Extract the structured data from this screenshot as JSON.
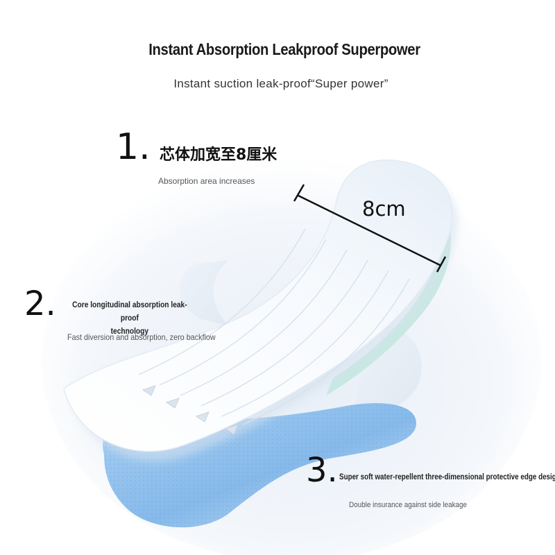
{
  "heading": {
    "title": "Instant Absorption Leakproof Superpower",
    "subtitle": "Instant suction leak-proof“Super power”"
  },
  "features": [
    {
      "number": "1.",
      "title": "芯体加宽至8厘米",
      "subtitle": "Absorption area increases"
    },
    {
      "number": "2.",
      "title_lines": [
        "Core longitudinal absorption leak-proof",
        "technology"
      ],
      "subtitle": "Fast diversion and absorption, zero backflow"
    },
    {
      "number": "3.",
      "title": "Super soft water-repellent three-dimensional protective edge design",
      "subtitle": "Double insurance against side leakage"
    }
  ],
  "measurement": {
    "label": "8cm"
  },
  "colors": {
    "background": "#ffffff",
    "pad_white": "#fbfdff",
    "pad_shadow": "#dfe9f3",
    "mint_edge": "#bfe6df",
    "blue_layer": "#8fc0ec",
    "text": "#111111"
  }
}
